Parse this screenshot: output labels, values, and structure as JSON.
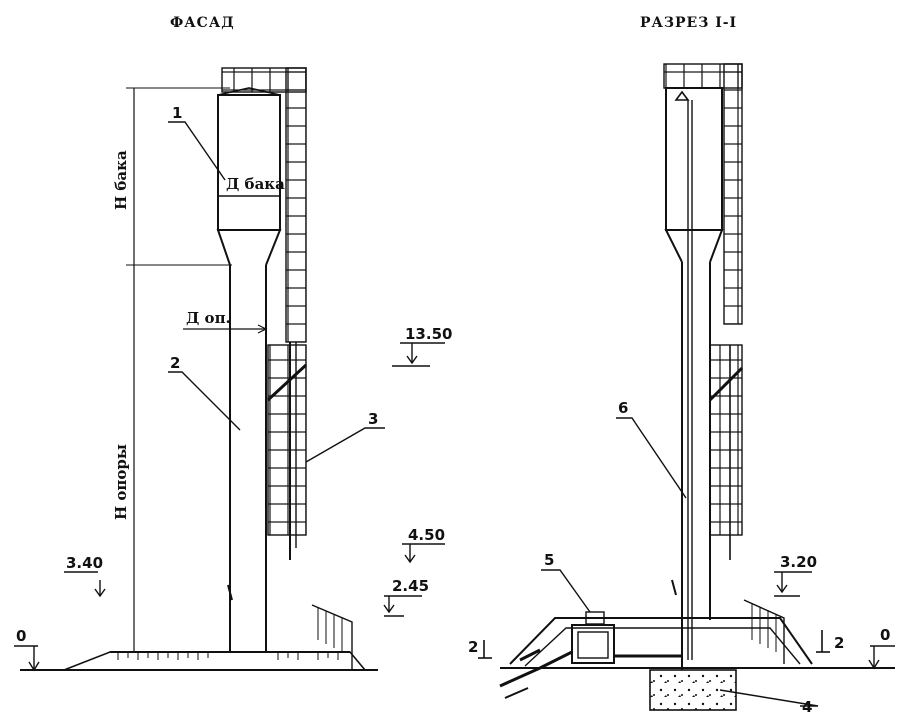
{
  "titles": {
    "facade": "ФАСАД",
    "section": "РАЗРЕЗ I-I"
  },
  "facade": {
    "label_tank_diameter": "Д бака",
    "label_tank_height": "Н бака",
    "label_support_diameter": "Д оп.",
    "label_support_height": "Н опоры",
    "callout_1": "1",
    "callout_2": "2",
    "callout_3": "3",
    "elev_13_50": "13.50",
    "elev_4_50": "4.50",
    "elev_3_40": "3.40",
    "elev_2_45": "2.45",
    "elev_0": "0"
  },
  "section": {
    "callout_4": "4",
    "callout_5": "5",
    "callout_6": "6",
    "elev_3_20": "3.20",
    "elev_0": "0",
    "cut_left": "2",
    "cut_right": "2"
  }
}
